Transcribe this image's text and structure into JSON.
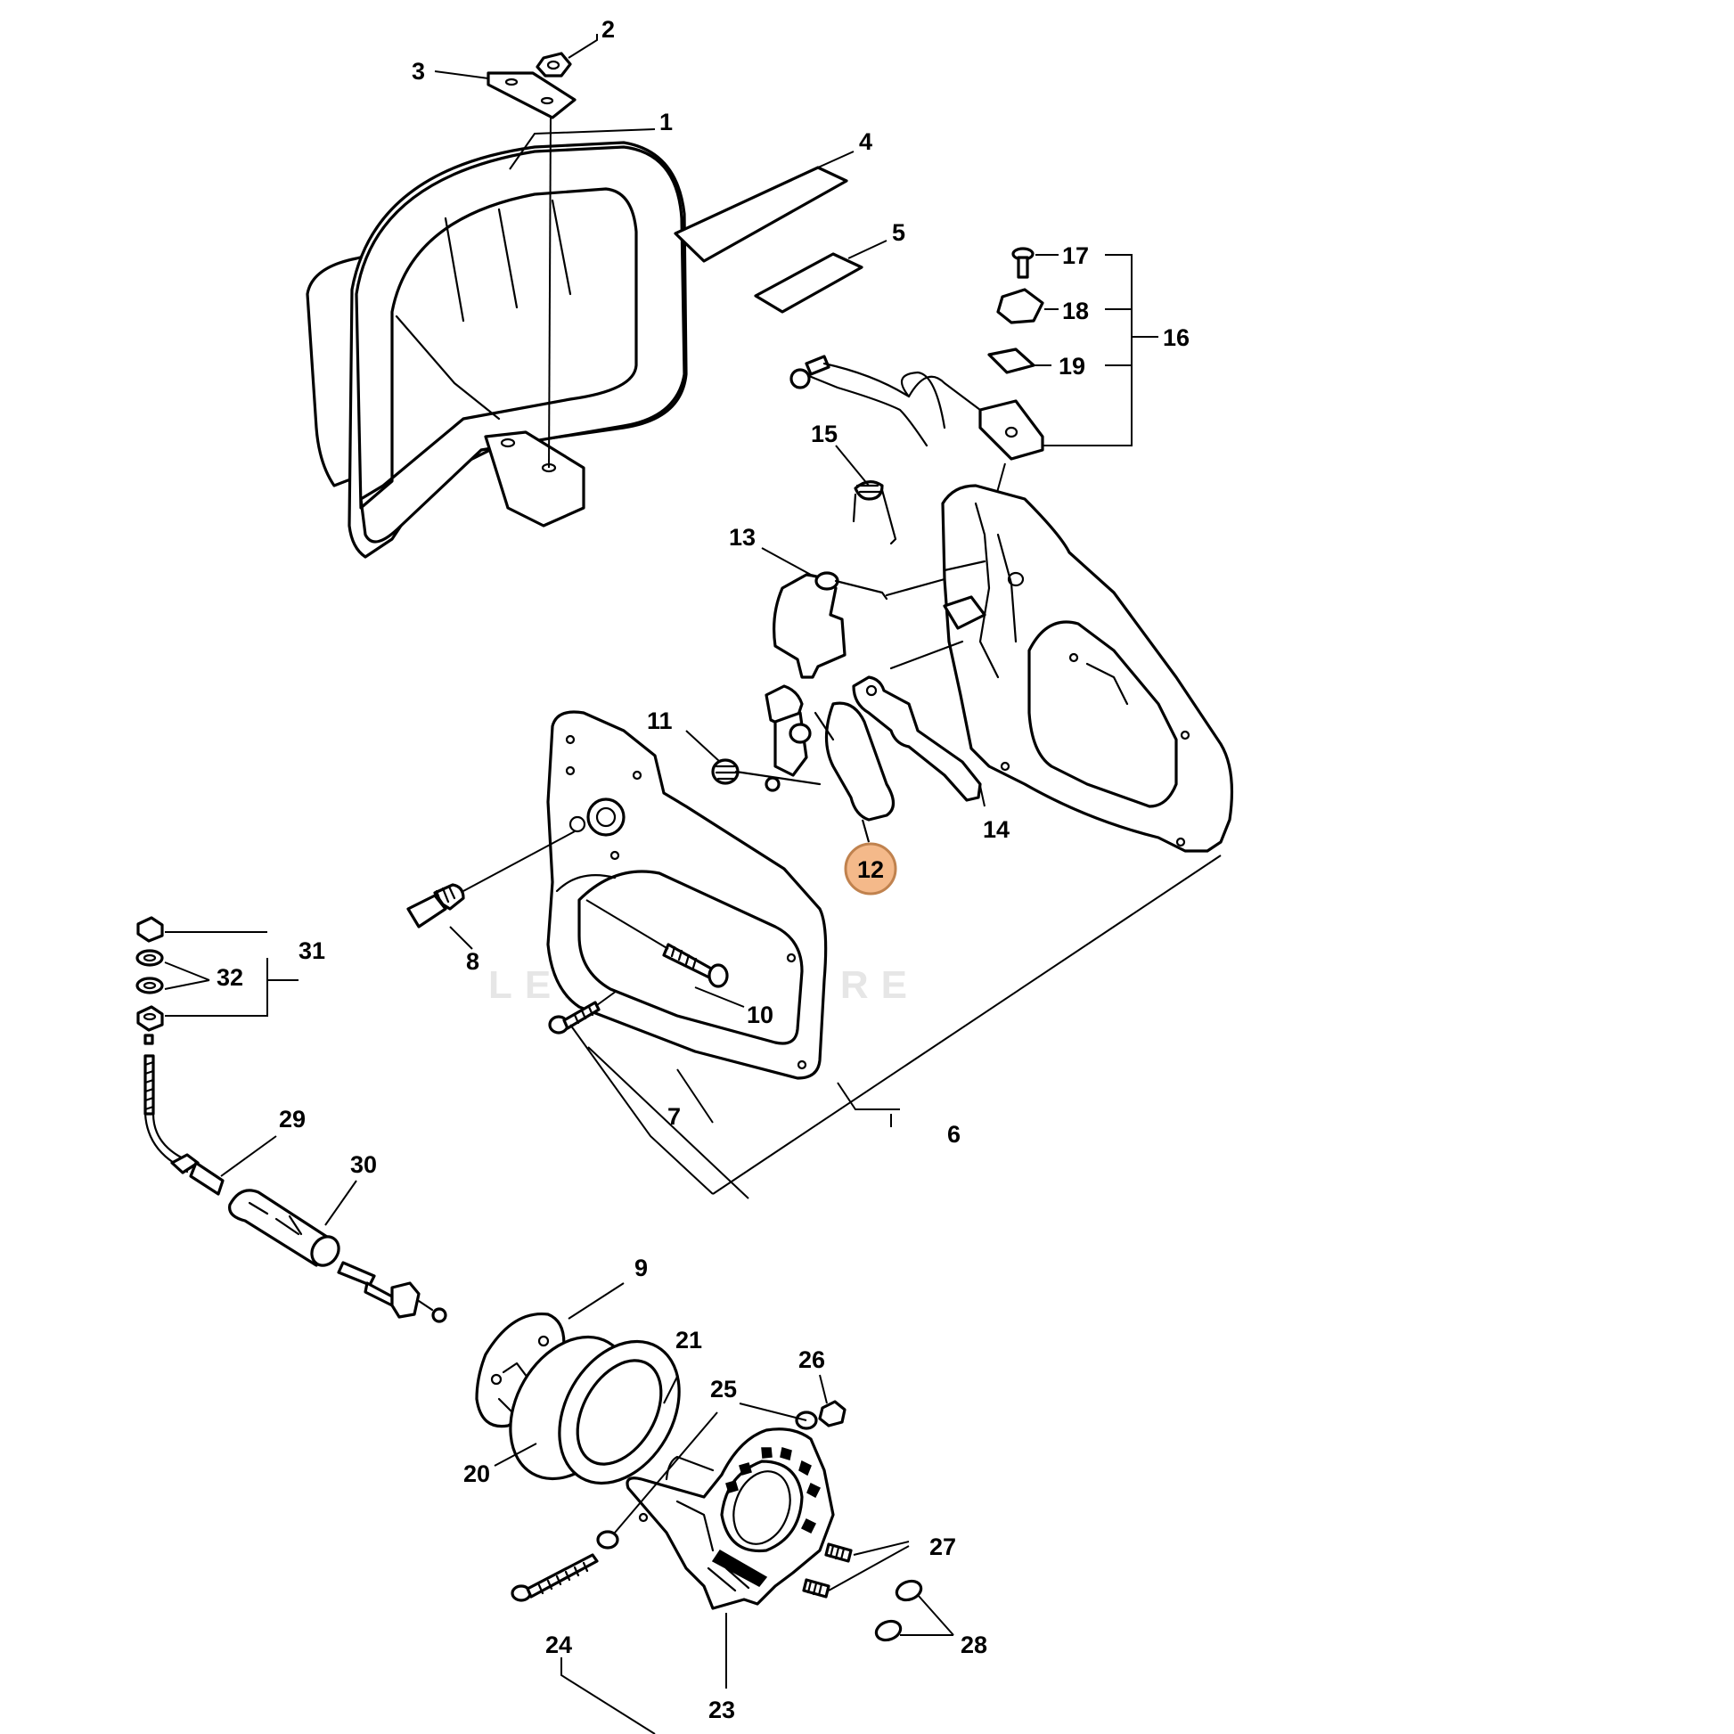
{
  "watermark": "LEADVENTURE",
  "highlighted_callout": "12",
  "highlight_color": "#f4b98a",
  "callouts": {
    "c1": "1",
    "c2": "2",
    "c3": "3",
    "c4": "4",
    "c5": "5",
    "c6": "6",
    "c7": "7",
    "c8": "8",
    "c9": "9",
    "c10": "10",
    "c11": "11",
    "c12": "12",
    "c13": "13",
    "c14": "14",
    "c15": "15",
    "c16": "16",
    "c17": "17",
    "c18": "18",
    "c19": "19",
    "c20": "20",
    "c21": "21",
    "c23": "23",
    "c24": "24",
    "c25": "25",
    "c26": "26",
    "c27": "27",
    "c28": "28",
    "c29": "29",
    "c30": "30",
    "c31": "31",
    "c32": "32"
  }
}
